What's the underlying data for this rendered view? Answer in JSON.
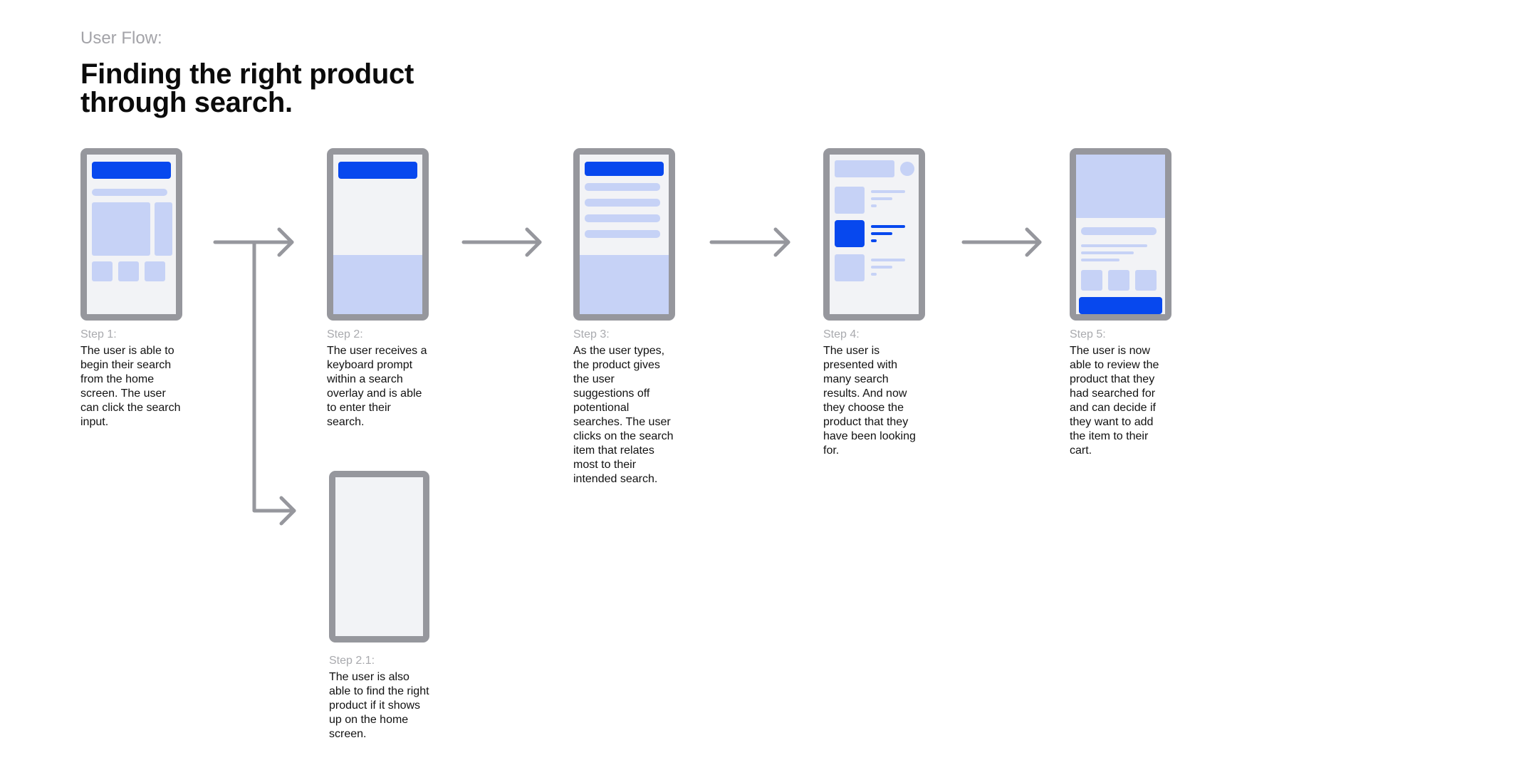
{
  "header": {
    "eyebrow": "User Flow:",
    "title": "Finding the right product through search."
  },
  "steps": [
    {
      "label": "Step 1:",
      "description": "The user is able to begin their search from the home screen. The user can click the search input."
    },
    {
      "label": "Step 2:",
      "description": "The user receives a keyboard prompt within a search overlay and is able to enter their search."
    },
    {
      "label": "Step 3:",
      "description": "As the user types, the product gives the user suggestions off potentional searches. The user clicks on the search item that relates most to their intended search."
    },
    {
      "label": "Step 4:",
      "description": "The user is presented with many search results. And now they choose the product that they have been looking for."
    },
    {
      "label": "Step 5:",
      "description": "The user is now able to review the product that they had searched for and can decide if they want to add the item to their cart."
    },
    {
      "label": "Step 2.1:",
      "description": "The user is also able to find the right product if it shows up on the home screen."
    }
  ],
  "colors": {
    "accent": "#0748ee",
    "placeholder": "#c6d2f6",
    "frame": "#96979d",
    "screen": "#f2f3f6",
    "muted_text": "#a9aaae"
  }
}
